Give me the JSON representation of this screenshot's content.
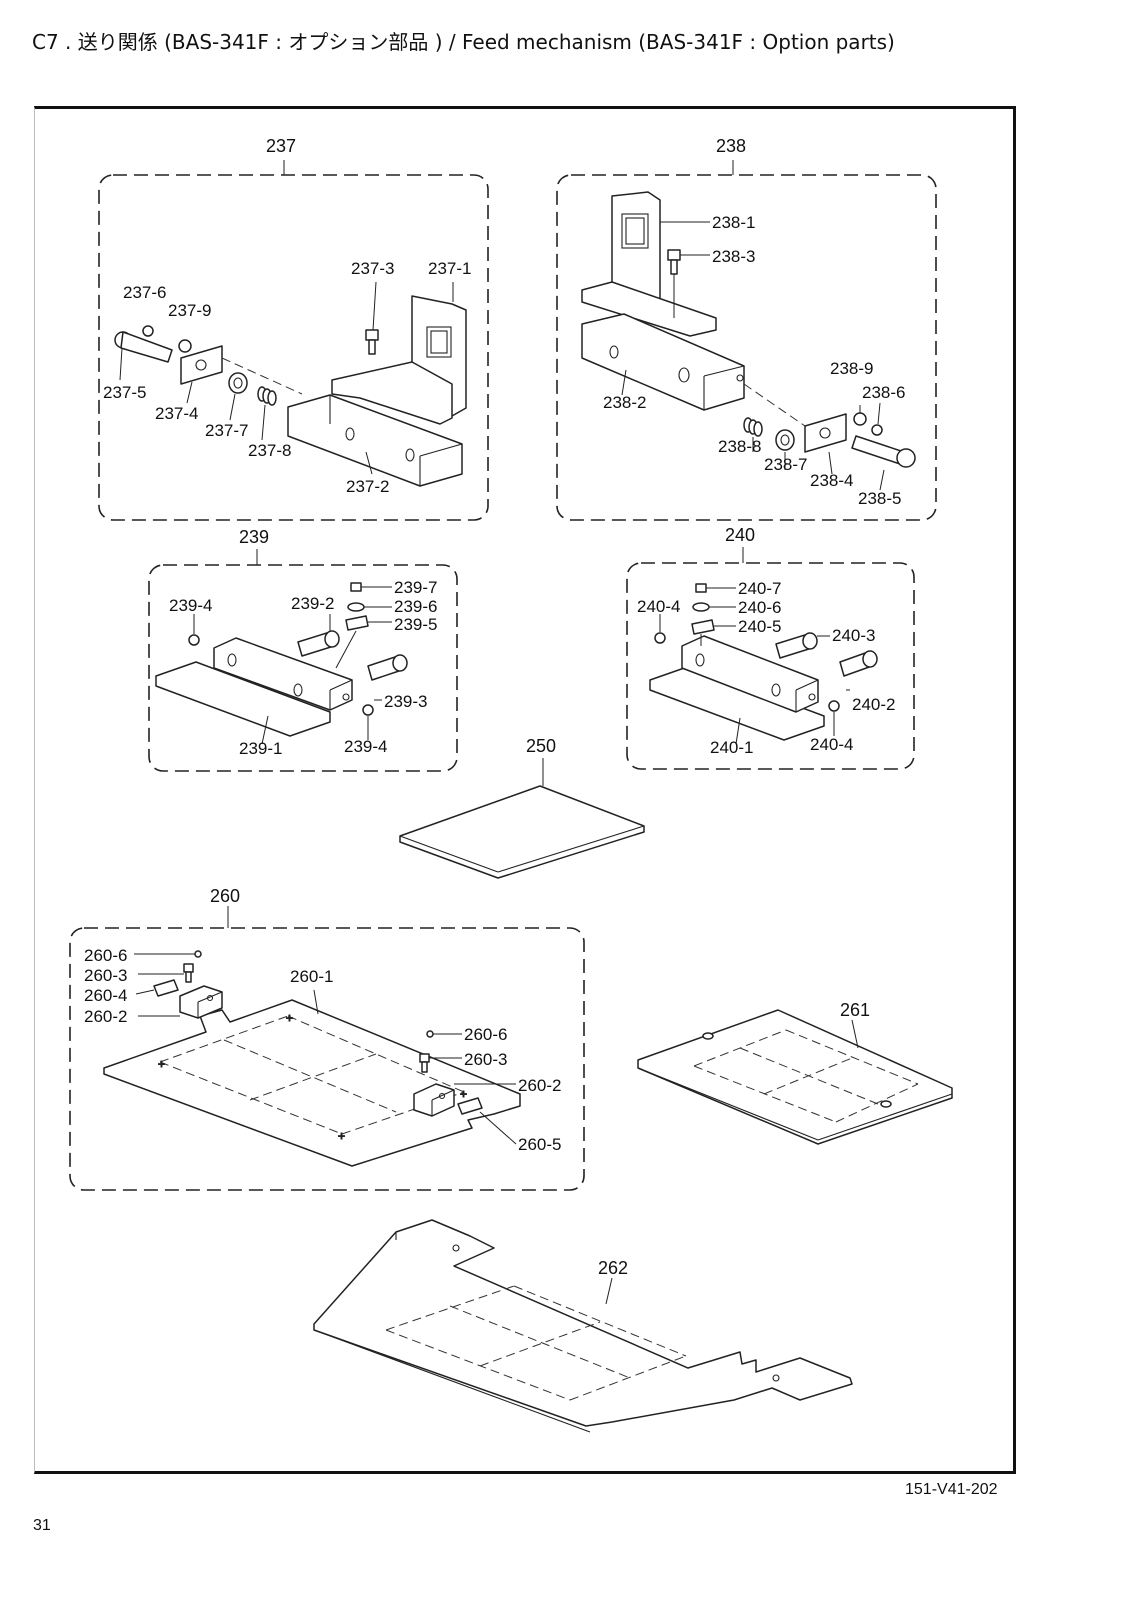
{
  "title": "C7 . 送り関係 (BAS-341F : オプション部品 ) / Feed mechanism (BAS-341F : Option parts)",
  "doc_code": "151-V41-202",
  "page_number": "31",
  "groups": {
    "g237": {
      "label": "237",
      "parts": [
        "237-1",
        "237-2",
        "237-3",
        "237-4",
        "237-5",
        "237-6",
        "237-7",
        "237-8",
        "237-9"
      ]
    },
    "g238": {
      "label": "238",
      "parts": [
        "238-1",
        "238-2",
        "238-3",
        "238-4",
        "238-5",
        "238-6",
        "238-7",
        "238-8",
        "238-9"
      ]
    },
    "g239": {
      "label": "239",
      "parts": [
        "239-1",
        "239-2",
        "239-3",
        "239-4",
        "239-5",
        "239-6",
        "239-7",
        "239-4"
      ]
    },
    "g240": {
      "label": "240",
      "parts": [
        "240-1",
        "240-2",
        "240-3",
        "240-4",
        "240-5",
        "240-6",
        "240-7",
        "240-4"
      ]
    },
    "g250": {
      "label": "250"
    },
    "g260": {
      "label": "260",
      "parts": [
        "260-1",
        "260-2",
        "260-3",
        "260-4",
        "260-5",
        "260-6",
        "260-6",
        "260-3",
        "260-2"
      ]
    },
    "g261": {
      "label": "261"
    },
    "g262": {
      "label": "262"
    }
  }
}
